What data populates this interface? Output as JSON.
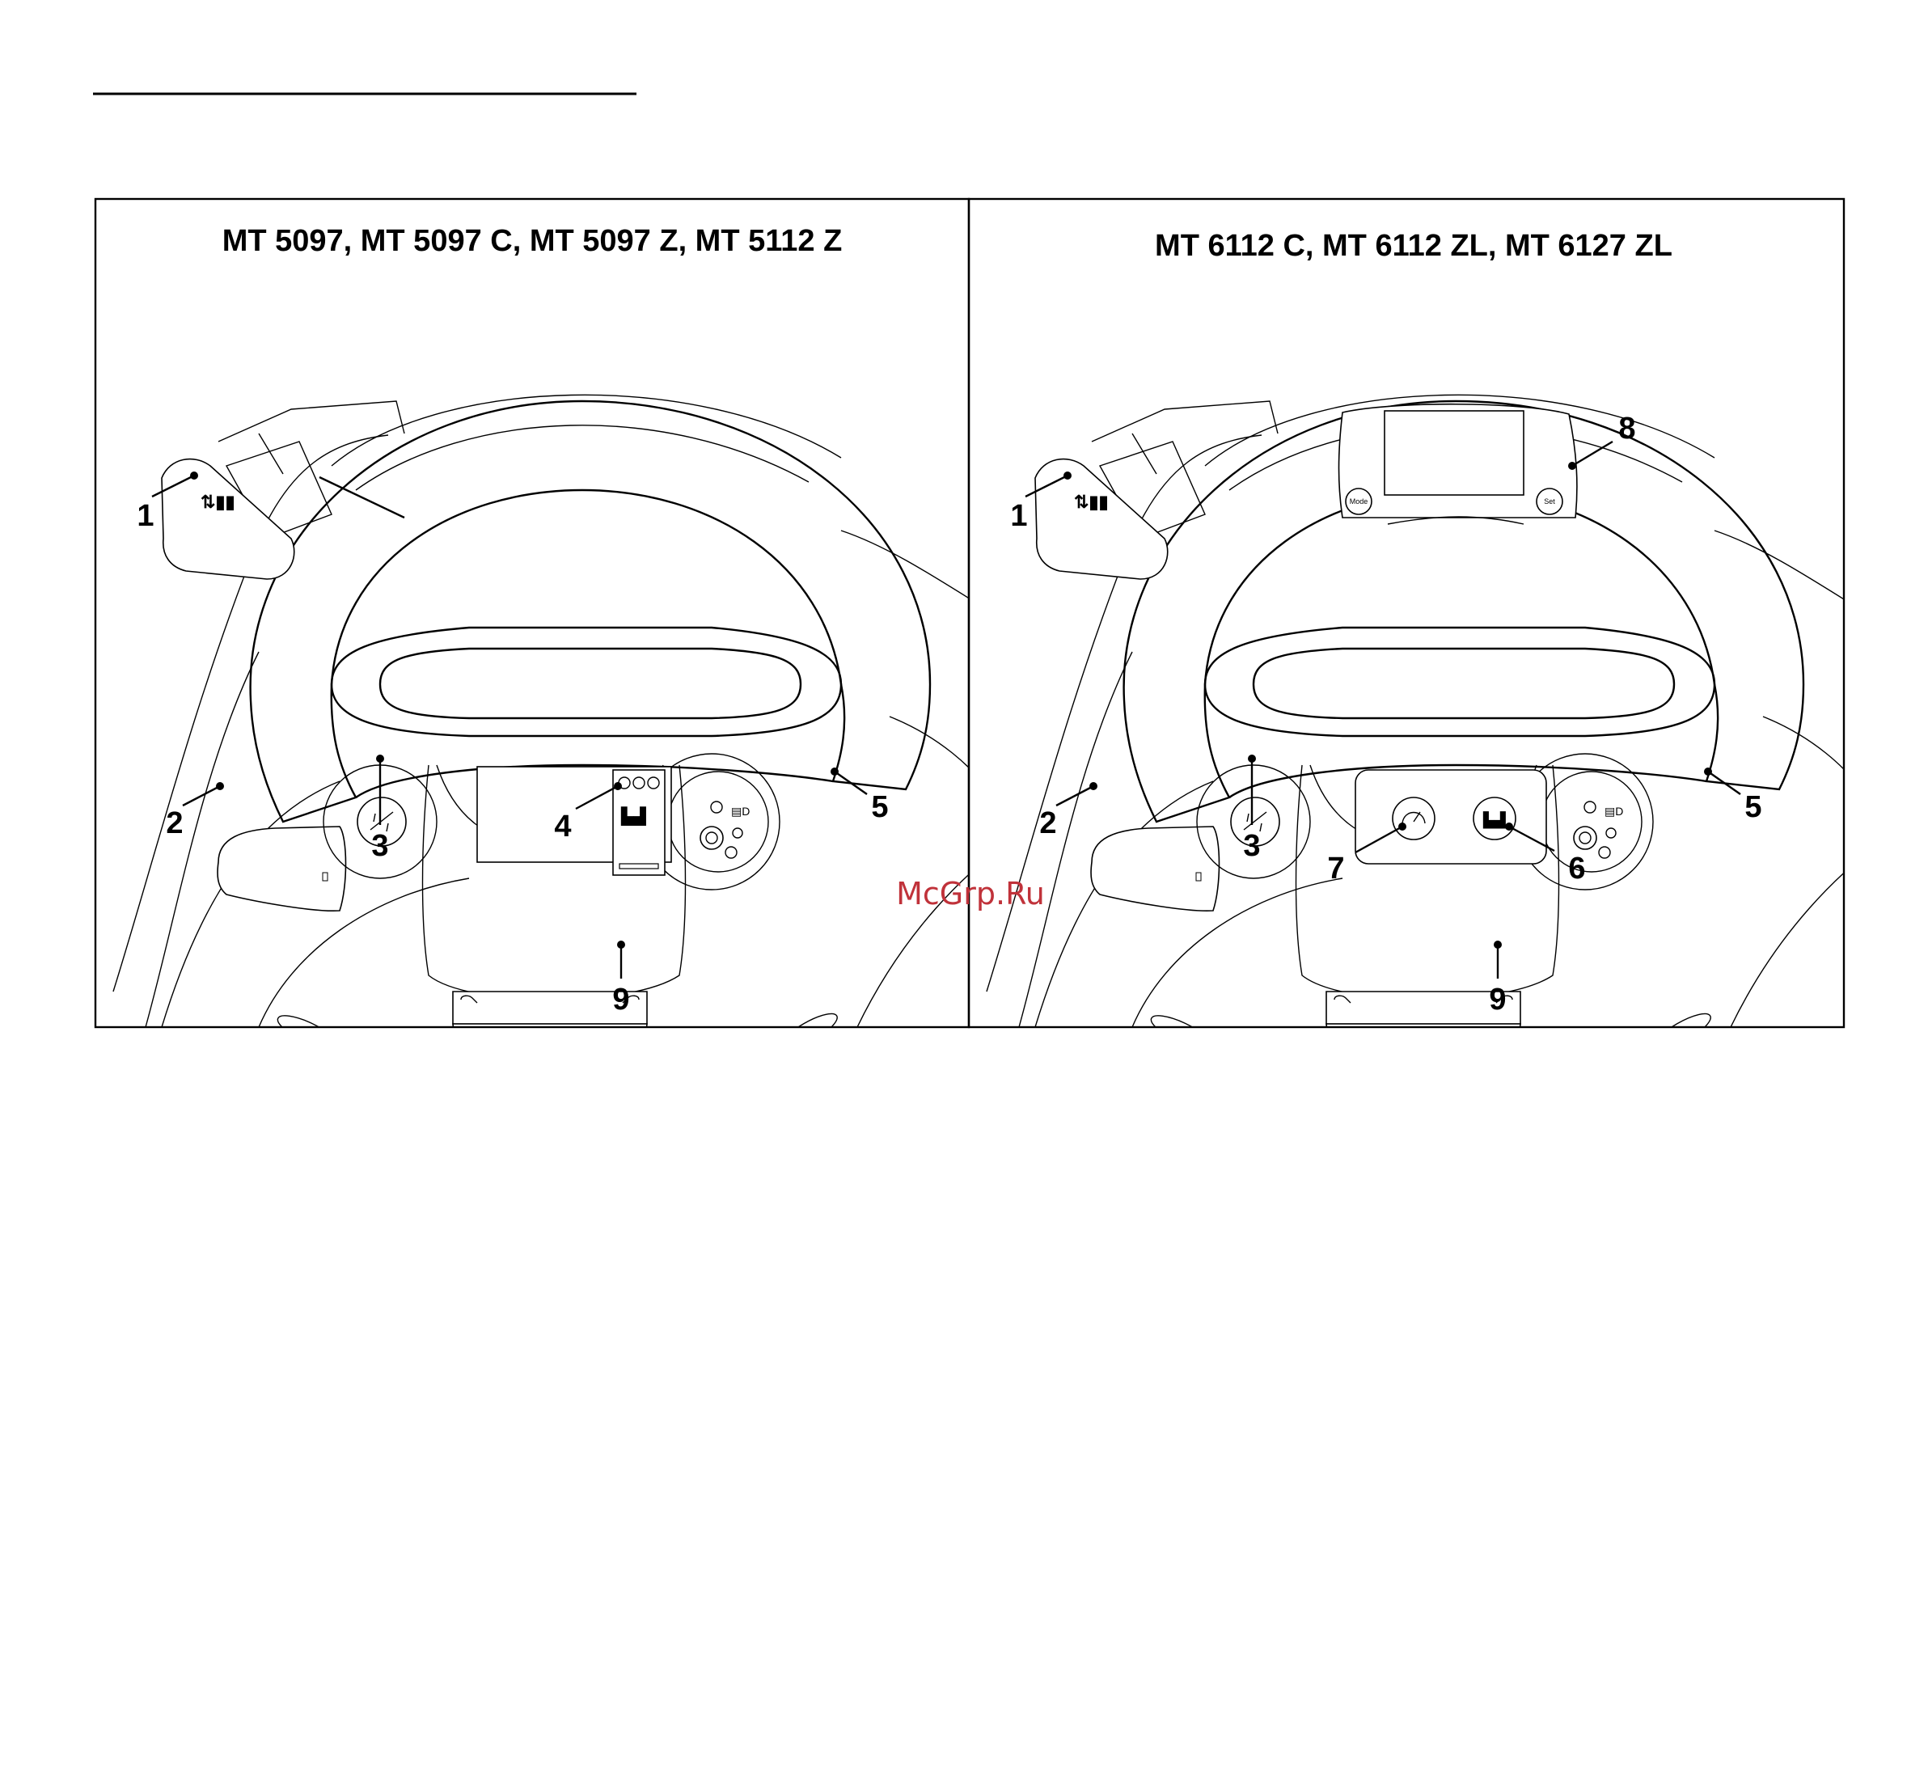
{
  "panels": [
    {
      "title": "MT 5097, MT 5097 C, MT 5097 Z, MT 5112 Z",
      "callouts": [
        "1",
        "2",
        "3",
        "4",
        "5",
        "9"
      ]
    },
    {
      "title": "MT 6112 C, MT 6112 ZL, MT 6127 ZL",
      "callouts": [
        "1",
        "2",
        "3",
        "5",
        "7",
        "6",
        "8",
        "9"
      ],
      "display_buttons": {
        "mode": "Mode",
        "set": "Set"
      }
    }
  ],
  "watermark": "McGrp.Ru",
  "icons": [
    "steering-column-lever-icon",
    "shuttle-lever-icon",
    "hazard-switch-icon",
    "ignition-switch-icon",
    "parking-brake-icon",
    "pto-icon",
    "speedometer-icon"
  ]
}
